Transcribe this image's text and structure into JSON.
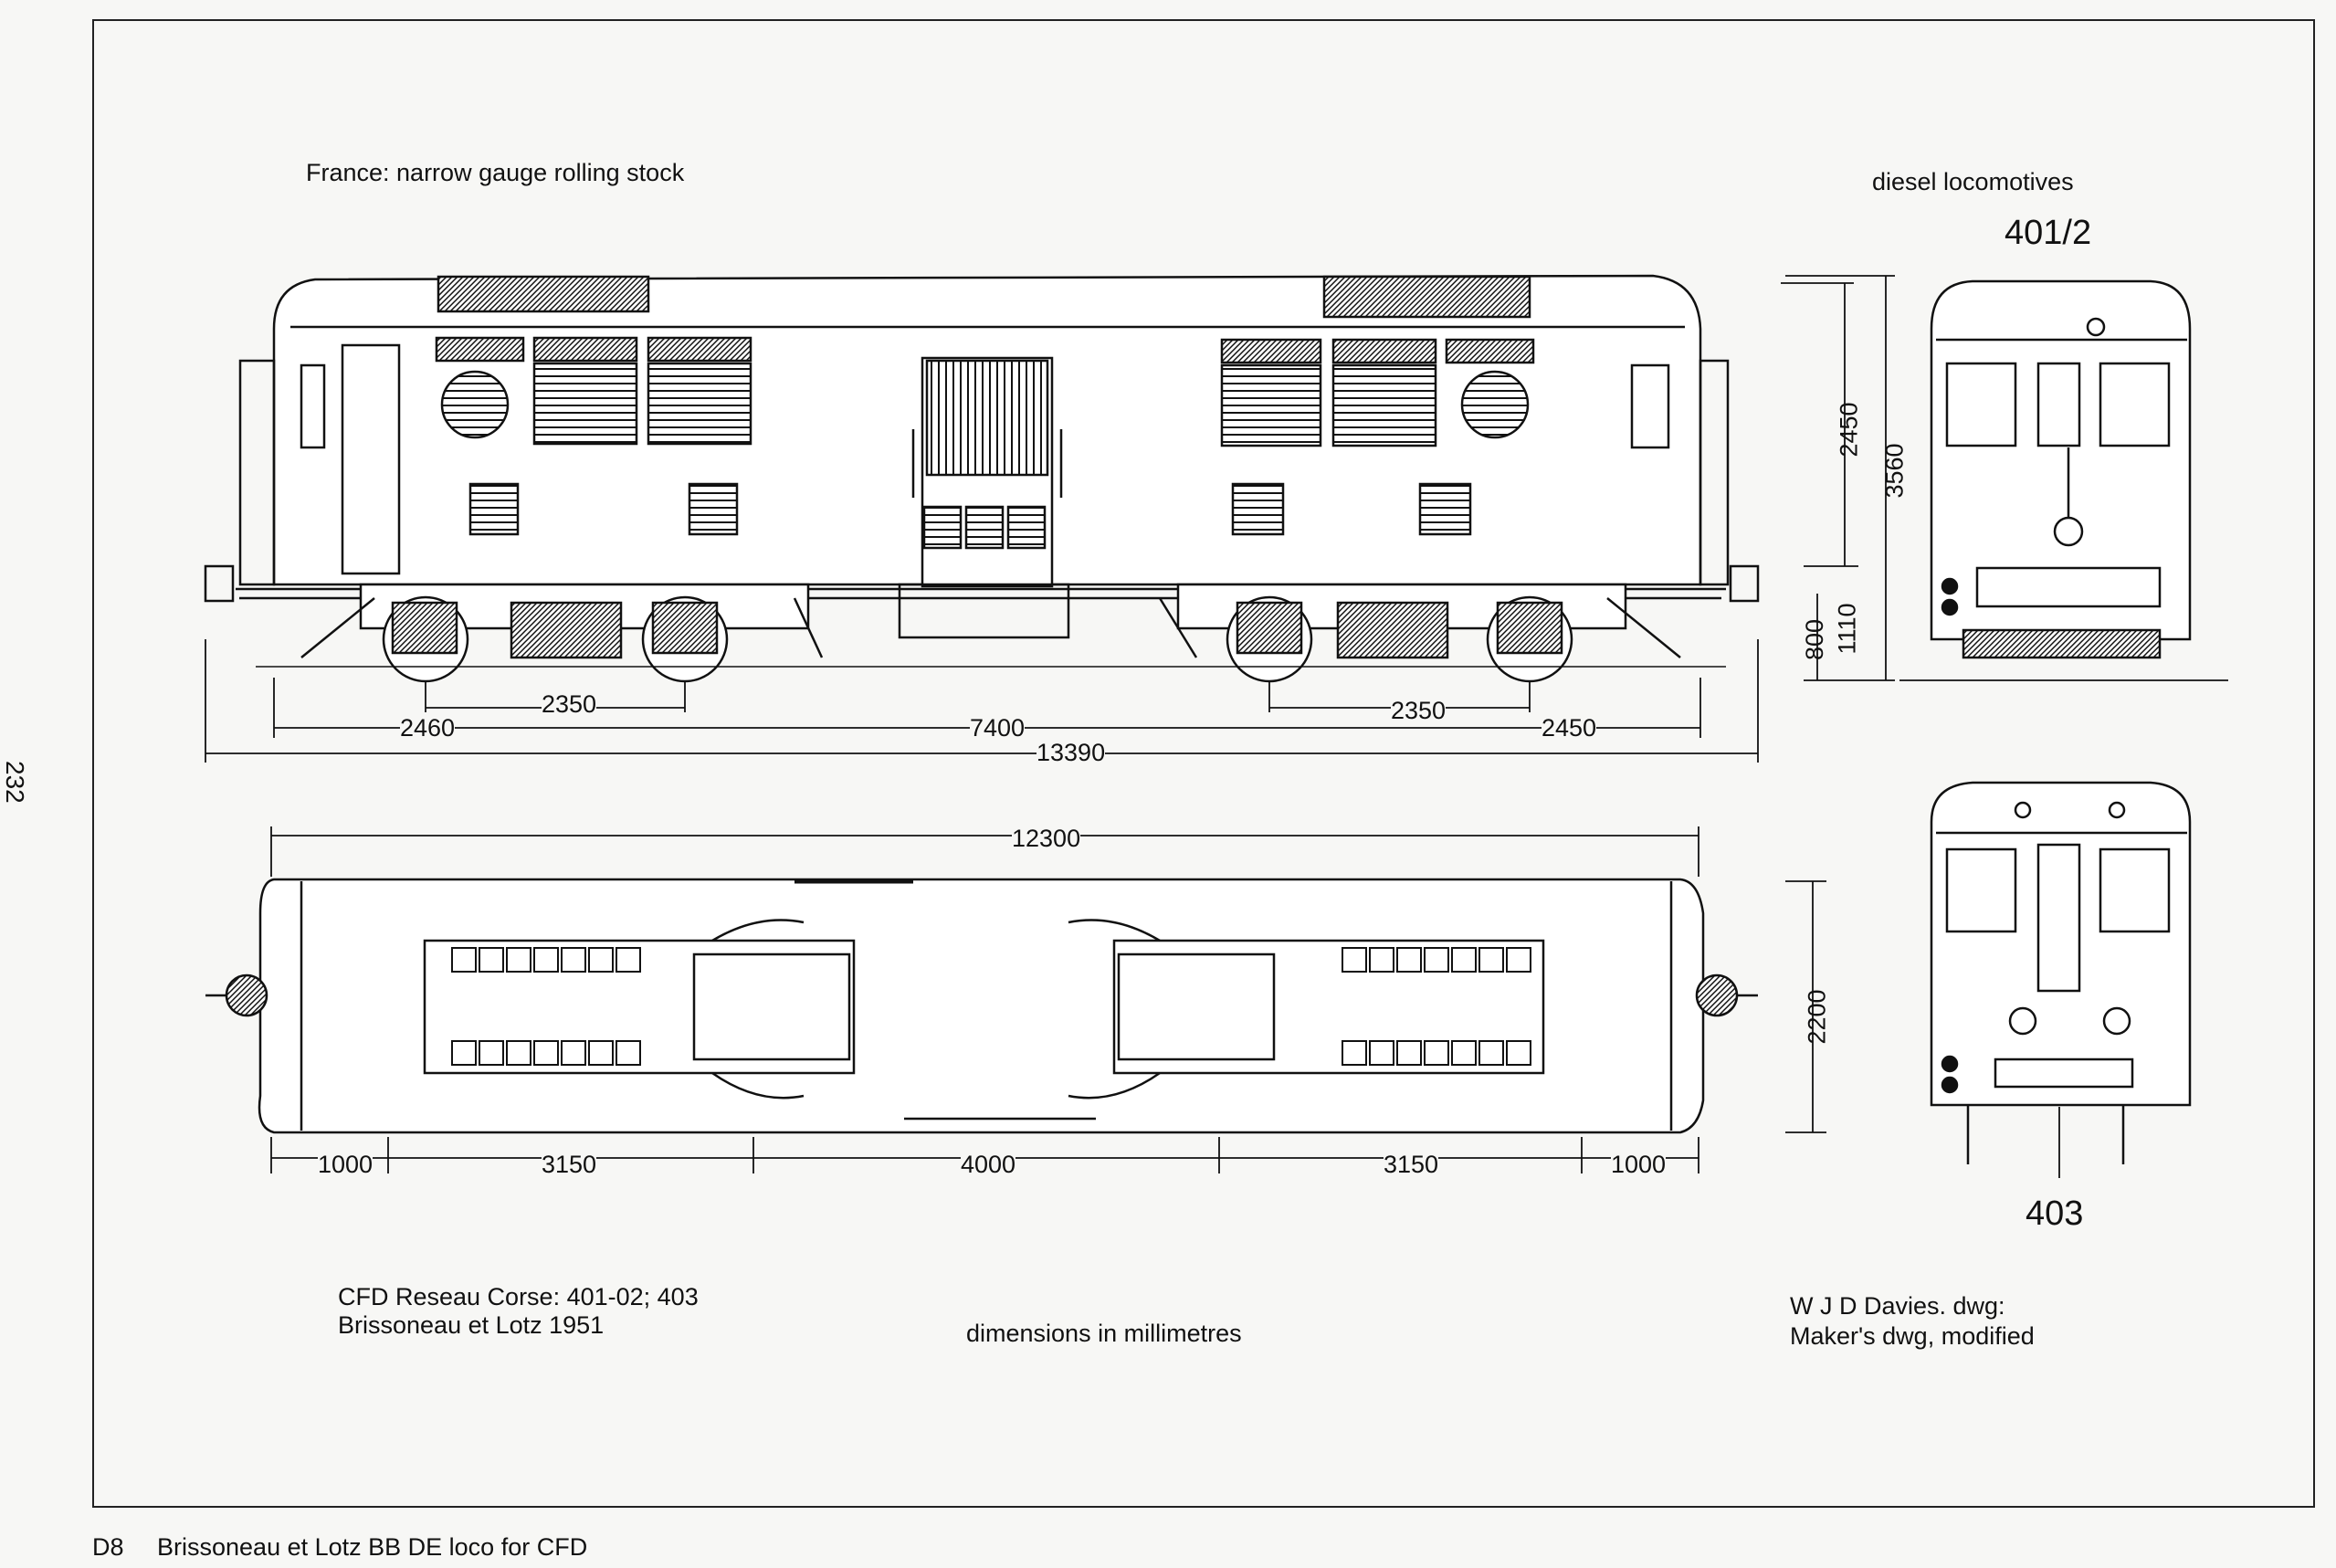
{
  "page_number": "232",
  "header": {
    "left": "France: narrow gauge rolling stock",
    "right": "diesel locomotives"
  },
  "class_numbers": {
    "upper_end_view": "401/2",
    "lower_end_view": "403"
  },
  "dimensions": {
    "side_overhang_front": "2460",
    "side_bogie_wheelbase_front": "2350",
    "side_bogie_centres": "7400",
    "side_bogie_wheelbase_rear": "2350",
    "side_overhang_rear": "2450",
    "side_length_over_buffers": "13390",
    "body_height": "2450",
    "overall_height": "3560",
    "floor_height": "800",
    "buffer_height": "1110",
    "plan_body_length": "12300",
    "plan_seg_1": "1000",
    "plan_seg_2": "3150",
    "plan_seg_3": "4000",
    "plan_seg_4": "3150",
    "plan_seg_5": "1000",
    "plan_width": "2200"
  },
  "caption": {
    "line1": "CFD Reseau Corse:  401-02; 403",
    "line2": "Brissoneau et Lotz 1951",
    "units": "dimensions in millimetres",
    "credit1": "W J D Davies. dwg:",
    "credit2": "Maker's dwg, modified"
  },
  "figure": {
    "code": "D8",
    "title": "Brissoneau et Lotz BB DE loco for CFD"
  }
}
